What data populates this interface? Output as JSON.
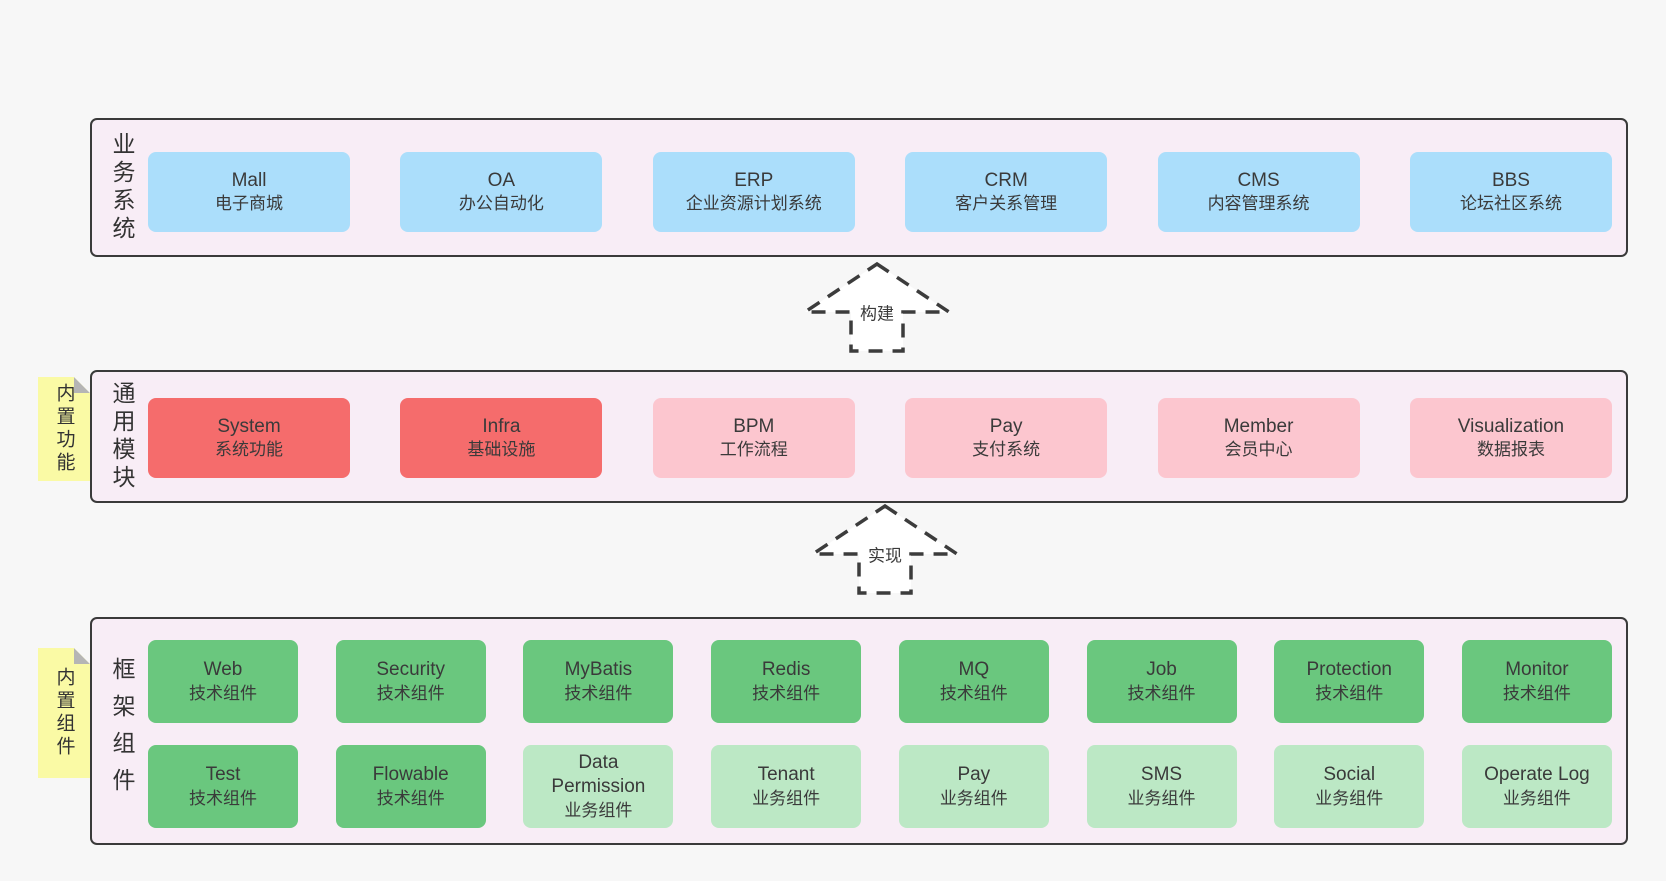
{
  "diagram": {
    "title_hint": "framework architecture diagram",
    "arrows": [
      {
        "label": "构建"
      },
      {
        "label": "实现"
      }
    ],
    "notes": [
      {
        "label": "内置功能"
      },
      {
        "label": "内置组件"
      }
    ],
    "sections": [
      {
        "side_label": "业务系统",
        "rows": [
          [
            {
              "name": "Mall",
              "sub": "电子商城",
              "color": "blue"
            },
            {
              "name": "OA",
              "sub": "办公自动化",
              "color": "blue"
            },
            {
              "name": "ERP",
              "sub": "企业资源计划系统",
              "color": "blue"
            },
            {
              "name": "CRM",
              "sub": "客户关系管理",
              "color": "blue"
            },
            {
              "name": "CMS",
              "sub": "内容管理系统",
              "color": "blue"
            },
            {
              "name": "BBS",
              "sub": "论坛社区系统",
              "color": "blue"
            }
          ]
        ]
      },
      {
        "side_label": "通用模块",
        "rows": [
          [
            {
              "name": "System",
              "sub": "系统功能",
              "color": "red"
            },
            {
              "name": "Infra",
              "sub": "基础设施",
              "color": "red"
            },
            {
              "name": "BPM",
              "sub": "工作流程",
              "color": "pink"
            },
            {
              "name": "Pay",
              "sub": "支付系统",
              "color": "pink"
            },
            {
              "name": "Member",
              "sub": "会员中心",
              "color": "pink"
            },
            {
              "name": "Visualization",
              "sub": "数据报表",
              "color": "pink"
            }
          ]
        ]
      },
      {
        "side_label": "框架组件",
        "rows": [
          [
            {
              "name": "Web",
              "sub": "技术组件",
              "color": "green"
            },
            {
              "name": "Security",
              "sub": "技术组件",
              "color": "green"
            },
            {
              "name": "MyBatis",
              "sub": "技术组件",
              "color": "green"
            },
            {
              "name": "Redis",
              "sub": "技术组件",
              "color": "green"
            },
            {
              "name": "MQ",
              "sub": "技术组件",
              "color": "green"
            },
            {
              "name": "Job",
              "sub": "技术组件",
              "color": "green"
            },
            {
              "name": "Protection",
              "sub": "技术组件",
              "color": "green"
            },
            {
              "name": "Monitor",
              "sub": "技术组件",
              "color": "green"
            }
          ],
          [
            {
              "name": "Test",
              "sub": "技术组件",
              "color": "green"
            },
            {
              "name": "Flowable",
              "sub": "技术组件",
              "color": "green"
            },
            {
              "name": "Data Permission",
              "sub": "业务组件",
              "color": "lightgreen"
            },
            {
              "name": "Tenant",
              "sub": "业务组件",
              "color": "lightgreen"
            },
            {
              "name": "Pay",
              "sub": "业务组件",
              "color": "lightgreen"
            },
            {
              "name": "SMS",
              "sub": "业务组件",
              "color": "lightgreen"
            },
            {
              "name": "Social",
              "sub": "业务组件",
              "color": "lightgreen"
            },
            {
              "name": "Operate Log",
              "sub": "业务组件",
              "color": "lightgreen"
            }
          ]
        ]
      }
    ],
    "colors": {
      "page_bg": "#f7f7f7",
      "panel_bg": "#f8edf6",
      "panel_border": "#3a3a3a",
      "blue": "#abdefb",
      "red": "#f56c6c",
      "pink": "#fcc6cf",
      "green": "#6ac77e",
      "lightgreen": "#bce8c5",
      "note_bg": "#fafaa5",
      "note_fold": "#b5b5b5",
      "arrow_stroke": "#3c3c3c",
      "text": "#3a3a3a"
    }
  }
}
